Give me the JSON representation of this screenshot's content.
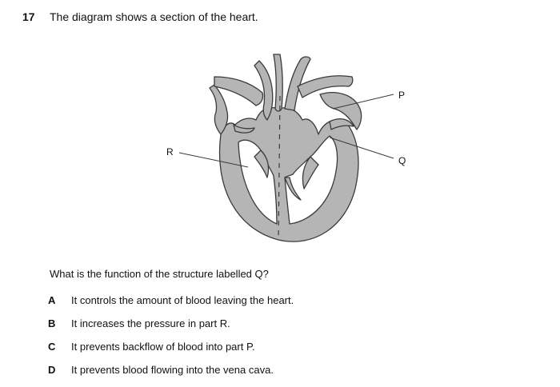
{
  "question": {
    "number": "17",
    "stem": "The diagram shows a section of the heart.",
    "prompt": "What is the function of the structure labelled Q?"
  },
  "diagram": {
    "labels": {
      "p": "P",
      "q": "Q",
      "r": "R"
    },
    "colors": {
      "tissue_fill": "#b5b5b5",
      "outline": "#3a3a3a"
    }
  },
  "options": [
    {
      "letter": "A",
      "text": "It controls the amount of blood leaving the heart."
    },
    {
      "letter": "B",
      "text": "It increases the pressure in part R."
    },
    {
      "letter": "C",
      "text": "It prevents backflow of blood into part P."
    },
    {
      "letter": "D",
      "text": "It prevents blood flowing into the vena cava."
    }
  ]
}
